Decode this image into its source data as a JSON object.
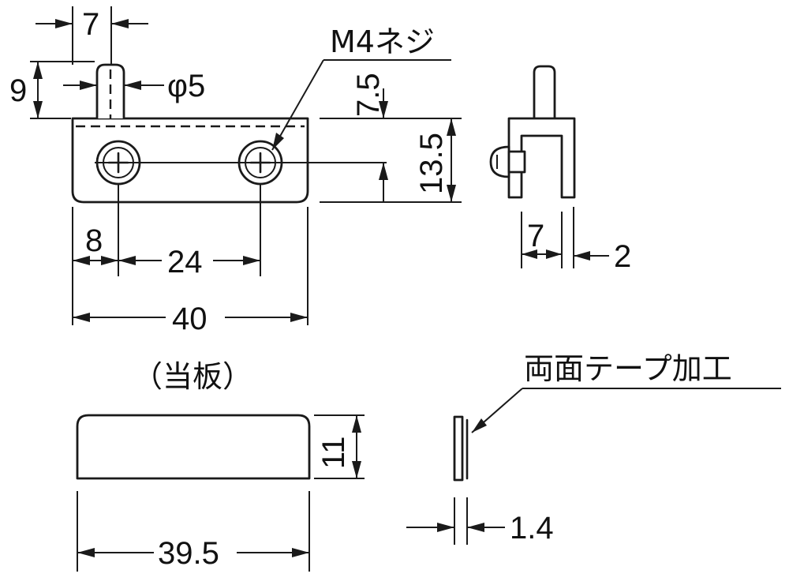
{
  "labels": {
    "screw": "M4ネジ",
    "plate": "（当板）",
    "tape": "両面テープ加工"
  },
  "dimensions": {
    "pin_width": "7",
    "pin_height": "9",
    "pin_diameter": "φ5",
    "screw_offset": "7.5",
    "body_height": "13.5",
    "hole_offset": "8",
    "hole_pitch": "24",
    "body_length": "40",
    "side_width": "7",
    "side_thickness": "2",
    "plate_height": "11",
    "plate_length": "39.5",
    "plate_thickness": "1.4"
  }
}
